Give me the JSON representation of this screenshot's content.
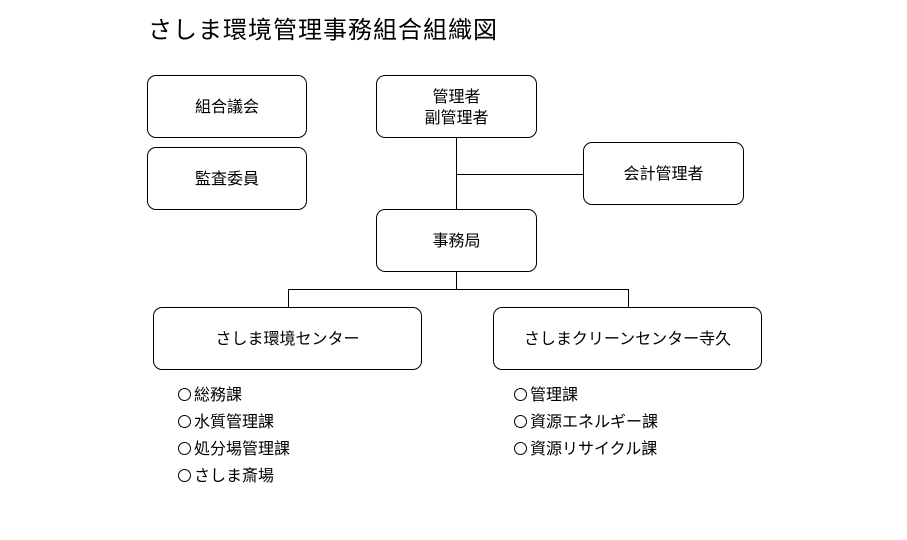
{
  "title": "さしま環境管理事務組合組織図",
  "nodes": {
    "assembly": "組合議会",
    "auditor": "監査委員",
    "manager_line1": "管理者",
    "manager_line2": "副管理者",
    "accounting": "会計管理者",
    "secretariat": "事務局",
    "env_center": "さしま環境センター",
    "clean_center": "さしまクリーンセンター寺久"
  },
  "env_center_sections": [
    "総務課",
    "水質管理課",
    "処分場管理課",
    "さしま斎場"
  ],
  "clean_center_sections": [
    "管理課",
    "資源エネルギー課",
    "資源リサイクル課"
  ]
}
